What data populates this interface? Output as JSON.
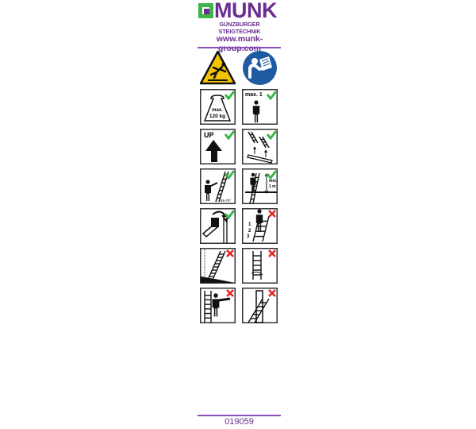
{
  "brand": {
    "name": "MUNK",
    "tagline": "GÜNZBURGER STEIGTECHNIK",
    "url": "www.munk-group.com",
    "colors": {
      "purple": "#6a2c91",
      "green": "#3db54a"
    }
  },
  "warnings": [
    {
      "icon": "fall-hazard-warning-icon",
      "color": "#f5c400"
    },
    {
      "icon": "read-manual-icon",
      "color": "#1f5ba3"
    }
  ],
  "pictograms": [
    {
      "icon": "max-load-weight-icon",
      "status": "allowed",
      "line1": "max.",
      "line2": "120 kg"
    },
    {
      "icon": "max-one-person-icon",
      "status": "allowed",
      "label": "max. 1"
    },
    {
      "icon": "up-arrow-icon",
      "status": "allowed",
      "label": "UP"
    },
    {
      "icon": "ladder-inspection-icon",
      "status": "allowed"
    },
    {
      "icon": "ladder-angle-icon",
      "status": "allowed",
      "label": "65-75°"
    },
    {
      "icon": "ladder-overhang-icon",
      "status": "allowed",
      "line1": "min.",
      "line2": "1 m"
    },
    {
      "icon": "lock-spreader-icon",
      "status": "allowed"
    },
    {
      "icon": "top-rungs-forbidden-icon",
      "status": "forbidden",
      "steps": [
        "1",
        "2",
        "3"
      ]
    },
    {
      "icon": "uneven-ground-icon",
      "status": "forbidden"
    },
    {
      "icon": "damaged-ladder-icon",
      "status": "forbidden"
    },
    {
      "icon": "overreaching-icon",
      "status": "forbidden"
    },
    {
      "icon": "ladder-on-object-icon",
      "status": "forbidden"
    }
  ],
  "status_colors": {
    "allowed": "#3cb44a",
    "forbidden": "#e2231a"
  },
  "footer": {
    "code": "019059"
  }
}
